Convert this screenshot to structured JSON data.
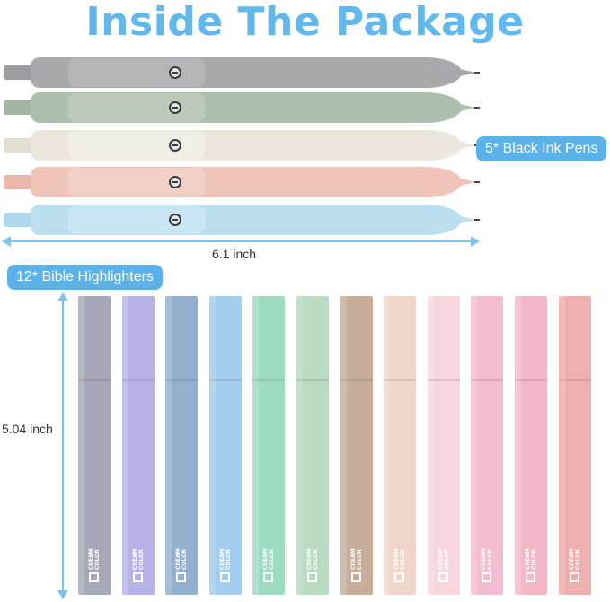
{
  "title": "Inside The Package",
  "colors": {
    "title": "#62b8ea",
    "badge": "#5ab2e8",
    "dimension_line": "#7fc3ec"
  },
  "pens_label": "5* Black Ink Pens",
  "pen_length": "6.1 inch",
  "highlighters_label": "12* Bible Highlighters",
  "highlighter_length": "5.04 inch",
  "pens": [
    {
      "color": "#a9a9ab",
      "cap": "#9d9d9f",
      "clip": "#b5b5b7"
    },
    {
      "color": "#aebfae",
      "cap": "#a2b5a3",
      "clip": "#bdcbbd"
    },
    {
      "color": "#ebe7dc",
      "cap": "#e3ded2",
      "clip": "#f1eee6"
    },
    {
      "color": "#efc4b9",
      "cap": "#eab8ac",
      "clip": "#f3d0c7"
    },
    {
      "color": "#bcdff0",
      "cap": "#b0d8ec",
      "clip": "#c9e6f4"
    }
  ],
  "highlighter_brand": "CREAM COLOR",
  "highlighters": [
    {
      "color": "#a7a8b7"
    },
    {
      "color": "#b6b2e8"
    },
    {
      "color": "#94b0cf"
    },
    {
      "color": "#a4cdee"
    },
    {
      "color": "#9ddcc1"
    },
    {
      "color": "#b9dbc2"
    },
    {
      "color": "#c7ad9a"
    },
    {
      "color": "#f0d6c8"
    },
    {
      "color": "#f8d6de"
    },
    {
      "color": "#f3bcd0"
    },
    {
      "color": "#f2b8ca"
    },
    {
      "color": "#eeafae"
    }
  ]
}
